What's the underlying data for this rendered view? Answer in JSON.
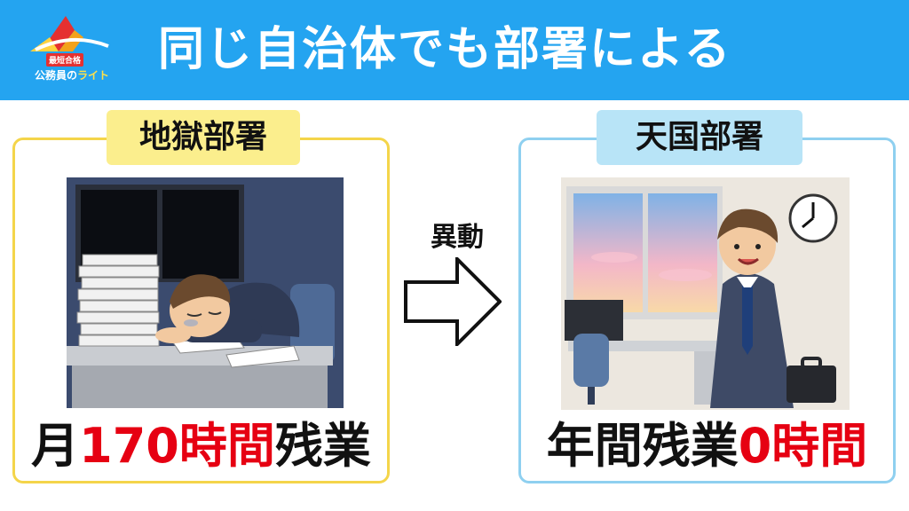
{
  "header": {
    "title": "同じ自治体でも部署による",
    "logo": {
      "badge": "最短合格",
      "text_main": "公務員の",
      "text_accent": "ライト"
    }
  },
  "left_panel": {
    "tag": "地獄部署",
    "stat_prefix": "月",
    "stat_highlight": "170時間",
    "stat_suffix": "残業"
  },
  "arrow": {
    "label": "異動"
  },
  "right_panel": {
    "tag": "天国部署",
    "stat_prefix": "年間残業",
    "stat_highlight": "0時間",
    "stat_suffix": ""
  },
  "colors": {
    "header_bg": "#24a4f0",
    "left_border": "#f4d54a",
    "left_tag": "#fbee8d",
    "right_border": "#8fd0f0",
    "right_tag": "#b8e4f7",
    "highlight": "#e60012"
  }
}
